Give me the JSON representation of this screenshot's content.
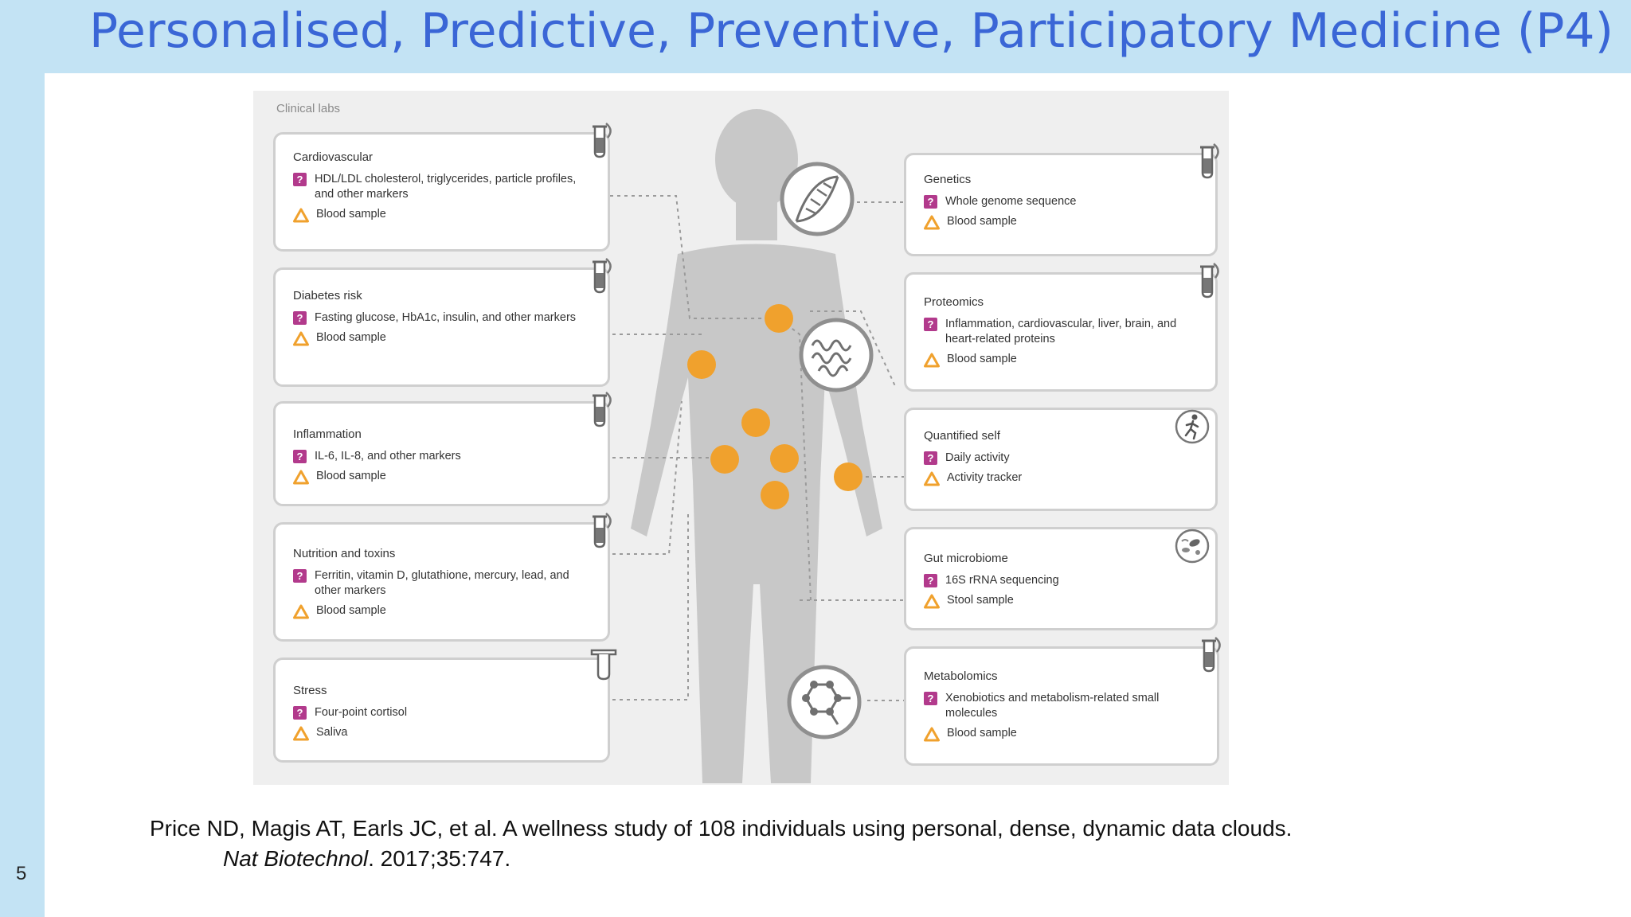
{
  "slide": {
    "title": "Personalised, Predictive, Preventive, Participatory Medicine (P4)",
    "page_number": "5"
  },
  "figure": {
    "heading": "Clinical labs",
    "left_cards": [
      {
        "title": "Cardiovascular",
        "measure": "HDL/LDL cholesterol, triglycerides, particle profiles, and other markers",
        "sample": "Blood sample",
        "icon": "blood-tube-icon"
      },
      {
        "title": "Diabetes risk",
        "measure": "Fasting glucose, HbA1c, insulin, and other markers",
        "sample": "Blood sample",
        "icon": "blood-tube-icon"
      },
      {
        "title": "Inflammation",
        "measure": "IL-6, IL-8, and other markers",
        "sample": "Blood sample",
        "icon": "blood-tube-icon"
      },
      {
        "title": "Nutrition and toxins",
        "measure": "Ferritin, vitamin D, glutathione, mercury, lead, and other markers",
        "sample": "Blood sample",
        "icon": "blood-tube-icon"
      },
      {
        "title": "Stress",
        "measure": "Four-point cortisol",
        "sample": "Saliva",
        "icon": "saliva-tube-icon"
      }
    ],
    "right_cards": [
      {
        "title": "Genetics",
        "measure": "Whole genome sequence",
        "sample": "Blood sample",
        "icon": "blood-tube-icon"
      },
      {
        "title": "Proteomics",
        "measure": "Inflammation, cardiovascular, liver, brain, and heart-related proteins",
        "sample": "Blood sample",
        "icon": "blood-tube-icon"
      },
      {
        "title": "Quantified self",
        "measure": "Daily activity",
        "sample": "Activity tracker",
        "icon": "runner-icon"
      },
      {
        "title": "Gut microbiome",
        "measure": "16S rRNA sequencing",
        "sample": "Stool sample",
        "icon": "microbe-icon"
      },
      {
        "title": "Metabolomics",
        "measure": "Xenobiotics and metabolism-related small molecules",
        "sample": "Blood sample",
        "icon": "blood-tube-icon"
      }
    ],
    "center_icons": [
      "dna-helix-icon",
      "protein-icon",
      "molecule-icon"
    ],
    "colors": {
      "marker": "#f0a12d",
      "silhouette": "#c8c8c8",
      "question_icon": "#b23a8c",
      "sample_icon": "#f0a12d"
    }
  },
  "citation": {
    "line1": "Price ND, Magis AT, Earls JC, et al. A wellness study of 108 individuals using personal, dense, dynamic data clouds.",
    "journal": "Nat Biotechnol",
    "rest": ". 2017;35:747."
  }
}
